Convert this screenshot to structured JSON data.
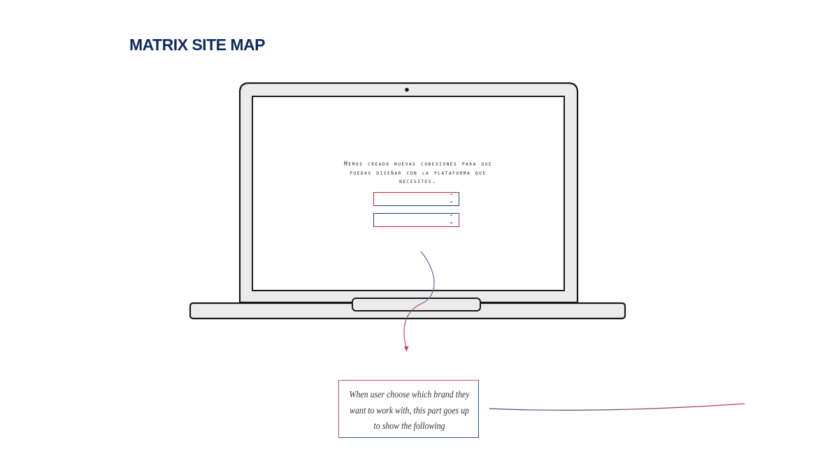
{
  "page": {
    "title": "MATRIX SITE MAP"
  },
  "screen": {
    "message": "Hemos creado nuevas conexiones para que puedas diseñar con la plataforma que necesites.",
    "select_one": {
      "value": "",
      "arrow": "⌃⌄"
    },
    "select_two": {
      "value": "",
      "arrow": "⌃⌄"
    }
  },
  "annotation": {
    "note": "When user choose which brand they want to work with, this part goes up to show the following"
  },
  "colors": {
    "title": "#0d2a63",
    "accent_red": "#c8243a",
    "accent_blue": "#1f3f86",
    "device_fill": "#ebebeb",
    "device_stroke": "#1a1a1a"
  },
  "icons": [
    "webcam-icon",
    "select-arrow-icon",
    "flow-arrow-icon"
  ]
}
